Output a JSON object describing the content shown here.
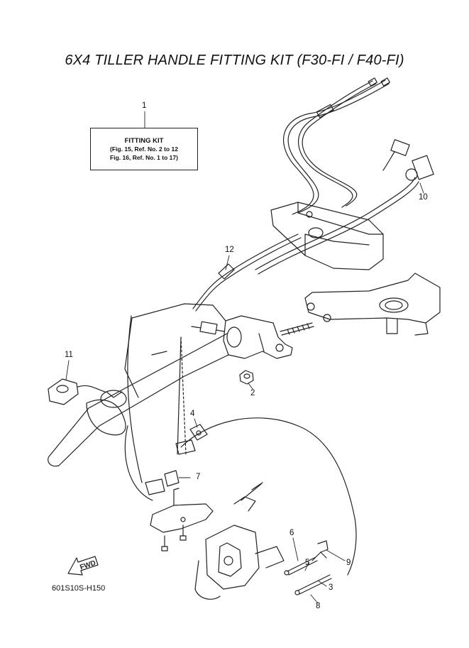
{
  "title": "6X4 TILLER HANDLE FITTING KIT (F30-FI / F40-FI)",
  "kit_box": {
    "ref_number": "1",
    "heading": "FITTING KIT",
    "lines": [
      "(Fig. 15, Ref. No. 2 to 12",
      " Fig. 16, Ref. No. 1 to 17)"
    ]
  },
  "callouts": {
    "r1": "1",
    "r2": "2",
    "r3": "3",
    "r4": "4",
    "r5": "5",
    "r6": "6",
    "r7": "7",
    "r8": "8",
    "r9": "9",
    "r10": "10",
    "r11": "11",
    "r12": "12"
  },
  "fwd_label": "FWD",
  "diagram_code": "601S10S-H150",
  "colors": {
    "line": "#222222",
    "background": "#ffffff"
  }
}
